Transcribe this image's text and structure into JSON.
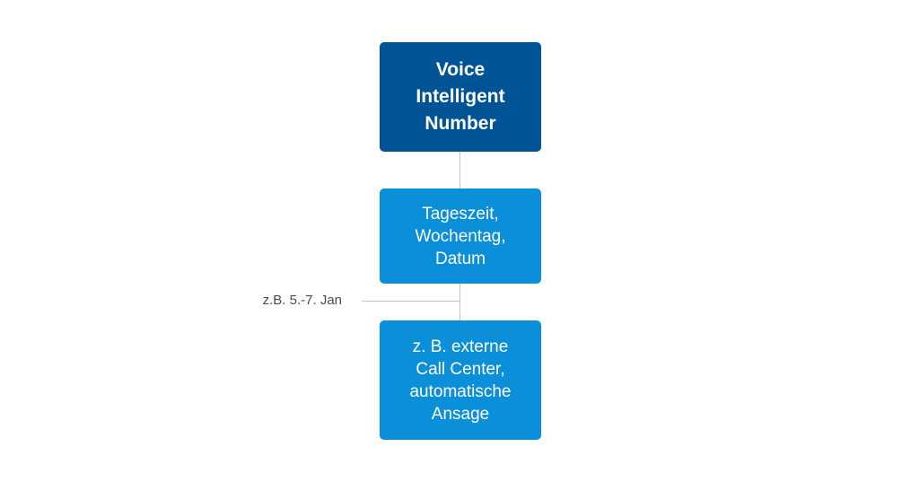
{
  "colors": {
    "root_box": "#005496",
    "child_box": "#0a8fd8",
    "connector": "#c3c3c3",
    "annotation_text": "#4a4a4a"
  },
  "nodes": {
    "root": {
      "text": "Voice\nIntelligent\nNumber"
    },
    "time_condition": {
      "text": "Tageszeit,\nWochentag,\nDatum"
    },
    "target": {
      "text": "z. B. externe\nCall Center,\nautomatische\nAnsage"
    }
  },
  "annotation": {
    "text": "z.B. 5.-7. Jan"
  }
}
